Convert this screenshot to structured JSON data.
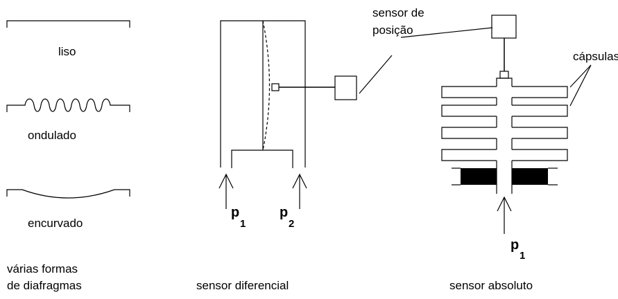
{
  "diaphragms": {
    "flat_label": "liso",
    "corrugated_label": "ondulado",
    "curved_label": "encurvado",
    "caption_line1": "várias formas",
    "caption_line2": "de diafragmas"
  },
  "differential": {
    "position_sensor_line1": "sensor de",
    "position_sensor_line2": "posição",
    "p1_letter": "p",
    "p1_index": "1",
    "p2_letter": "p",
    "p2_index": "2",
    "caption": "sensor diferencial"
  },
  "absolute": {
    "capsules_label": "cápsulas",
    "p1_letter": "p",
    "p1_index": "1",
    "caption": "sensor absoluto"
  }
}
